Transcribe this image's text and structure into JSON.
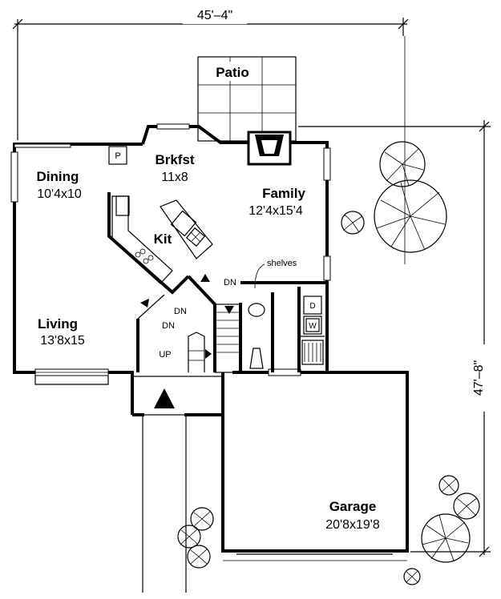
{
  "dimensions": {
    "width_label": "45'–4\"",
    "depth_label": "47'–8\""
  },
  "rooms": {
    "patio": {
      "name": "Patio"
    },
    "brkfst": {
      "name": "Brkfst",
      "size": "11x8"
    },
    "dining": {
      "name": "Dining",
      "size": "10'4x10"
    },
    "family": {
      "name": "Family",
      "size": "12'4x15'4"
    },
    "kit": {
      "name": "Kit"
    },
    "living": {
      "name": "Living",
      "size": "13'8x15"
    },
    "garage": {
      "name": "Garage",
      "size": "20'8x19'8"
    }
  },
  "labels": {
    "pantry": "P",
    "shelves": "shelves",
    "dn_top": "DN",
    "dn_mid": "DN",
    "dn_low": "DN",
    "up": "UP",
    "dryer": "D",
    "washer": "W"
  }
}
